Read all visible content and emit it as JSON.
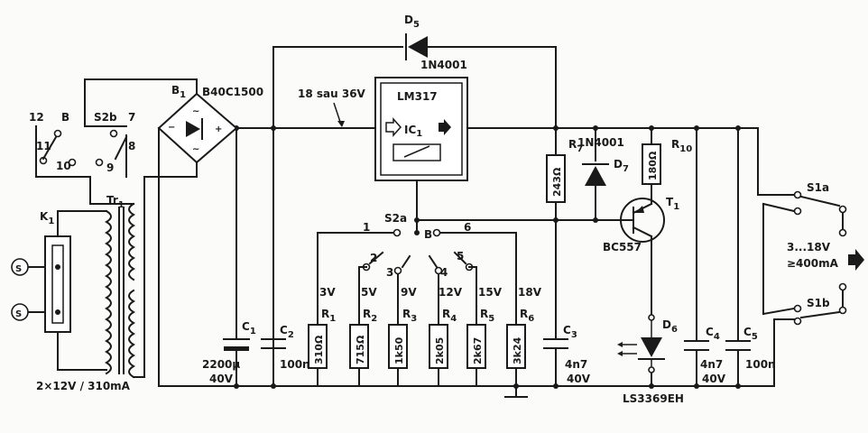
{
  "components": {
    "D5": {
      "ref": "D",
      "sub": "5",
      "part": "1N4001"
    },
    "IC1": {
      "part": "LM317",
      "ref": "IC",
      "sub": "1"
    },
    "B1": {
      "ref": "B",
      "sub": "1",
      "part": "B40C1500"
    },
    "input_label": "18 sau 36V",
    "K1": {
      "ref": "K",
      "sub": "1"
    },
    "Tr1": {
      "ref": "Tr",
      "sub": "1"
    },
    "transformer_rating": "2×12V / 310mA",
    "S2b": {
      "ref": "S2b",
      "pos_12": "12",
      "pos_B": "B",
      "pos_7": "7",
      "pos_11": "11",
      "pos_10": "10",
      "pos_9": "9",
      "pos_8": "8"
    },
    "S2a": {
      "ref": "S2a",
      "pos_1": "1",
      "pos_2": "2",
      "pos_3": "3",
      "pos_4": "4",
      "pos_5": "5",
      "pos_6": "6",
      "pos_B": "B"
    },
    "C1": {
      "ref": "C",
      "sub": "1",
      "value": "2200µ",
      "voltage": "40V"
    },
    "C2": {
      "ref": "C",
      "sub": "2",
      "value": "100n"
    },
    "C3": {
      "ref": "C",
      "sub": "3",
      "value": "4n7",
      "voltage": "40V"
    },
    "C4": {
      "ref": "C",
      "sub": "4",
      "value": "4n7",
      "voltage": "40V"
    },
    "C5": {
      "ref": "C",
      "sub": "5",
      "value": "100n"
    },
    "R1": {
      "ref": "R",
      "sub": "1",
      "voltage": "3V",
      "value": "310Ω"
    },
    "R2": {
      "ref": "R",
      "sub": "2",
      "voltage": "5V",
      "value": "715Ω"
    },
    "R3": {
      "ref": "R",
      "sub": "3",
      "voltage": "9V",
      "value": "1k50"
    },
    "R4": {
      "ref": "R",
      "sub": "4",
      "voltage": "12V",
      "value": "2k05"
    },
    "R5": {
      "ref": "R",
      "sub": "5",
      "voltage": "15V",
      "value": "2k67"
    },
    "R6": {
      "ref": "R",
      "sub": "6",
      "voltage": "18V",
      "value": "3k24"
    },
    "R7": {
      "ref": "R",
      "sub": "7",
      "value": "243Ω"
    },
    "D7": {
      "ref": "D",
      "sub": "7",
      "part": "1N4001"
    },
    "R10": {
      "ref": "R",
      "sub": "10",
      "value": "180Ω"
    },
    "T1": {
      "ref": "T",
      "sub": "1",
      "part": "BC557"
    },
    "D6": {
      "ref": "D",
      "sub": "6",
      "part": "LS3369EH"
    },
    "S1a": {
      "ref": "S1a"
    },
    "S1b": {
      "ref": "S1b"
    },
    "output": {
      "range": "3...18V",
      "current": "≥400mA"
    }
  },
  "colors": {
    "ink": "#1a1a1a",
    "paper": "#fbfbfa"
  }
}
